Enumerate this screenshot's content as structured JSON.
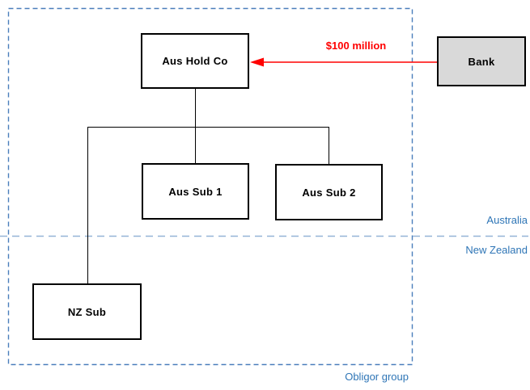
{
  "diagram": {
    "title_implicit": "",
    "boxes": {
      "aus_hold_co": {
        "label": "Aus Hold Co"
      },
      "bank": {
        "label": "Bank"
      },
      "aus_sub_1": {
        "label": "Aus Sub 1"
      },
      "aus_sub_2": {
        "label": "Aus Sub 2"
      },
      "nz_sub": {
        "label": "NZ Sub"
      }
    },
    "loan_arrow": {
      "label": "$100 million",
      "from": "Bank",
      "to": "Aus Hold Co"
    },
    "regions": {
      "australia": "Australia",
      "new_zealand": "New Zealand"
    },
    "group_label": "Obligor group",
    "colors": {
      "loan_arrow": "#FF0000",
      "region_label_text": "#2E75B6",
      "obligor_boundary": "#4A7EBB",
      "country_divider": "#95B3D7",
      "bank_fill": "#D9D9D9",
      "box_border": "#000000",
      "connector": "#000000",
      "background": "#FFFFFF"
    }
  }
}
